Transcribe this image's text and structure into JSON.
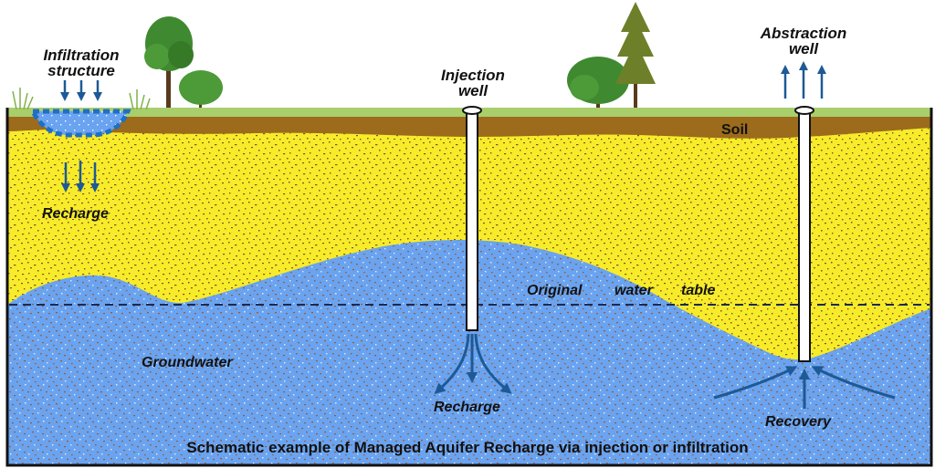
{
  "labels": {
    "infiltration_structure": [
      "Infiltration",
      "structure"
    ],
    "injection_well": [
      "Injection",
      "well"
    ],
    "abstraction_well": [
      "Abstraction",
      "well"
    ],
    "soil": "Soil",
    "recharge_left": "Recharge",
    "recharge_center": "Recharge",
    "original_water_table": [
      "Original",
      "water",
      "table"
    ],
    "groundwater": "Groundwater",
    "recovery": "Recovery"
  },
  "caption": "Schematic example of Managed Aquifer Recharge via injection or infiltration",
  "colors": {
    "grass": "#a8cf6c",
    "soil": "#9c6b1c",
    "unsaturated_zone": "#f6ec2a",
    "groundwater": "#6aa3ef",
    "grain_dark": "#8a4a22",
    "grain_light": "#ffffff",
    "arrow": "#1d5a96",
    "well": "#ffffff",
    "outline": "#111111",
    "tree_foliage": "#3f8a30",
    "tree_trunk": "#5a3a1e"
  },
  "icons": [
    "infiltration-arrow-icon",
    "recharge-arrow-icon",
    "abstraction-arrow-icon",
    "recovery-arrow-icon",
    "tree-icon",
    "grass-tuft-icon"
  ]
}
